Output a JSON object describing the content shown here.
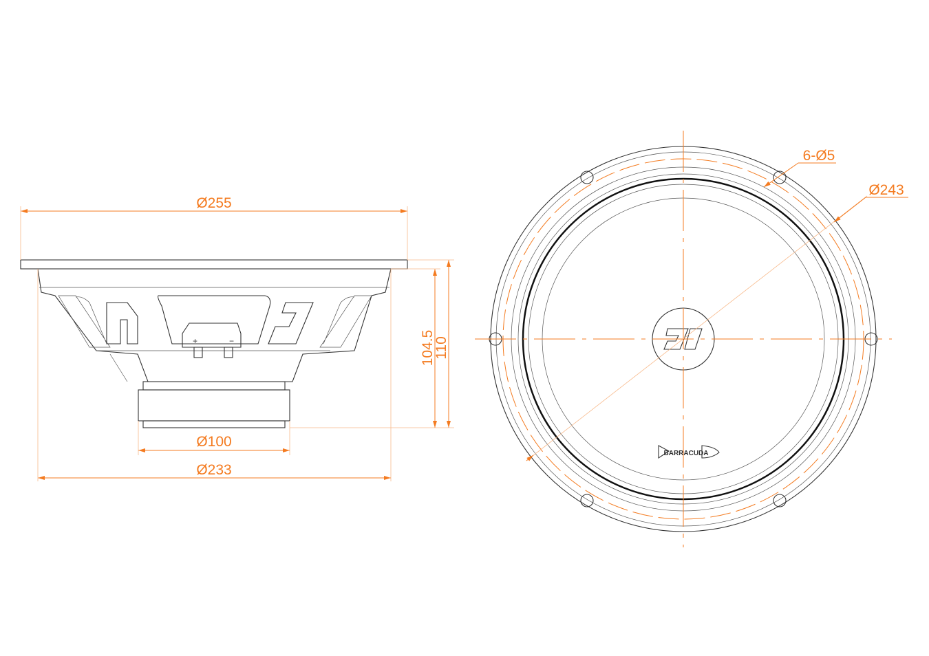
{
  "side_view": {
    "dim_overall_diameter": "Ø255",
    "dim_magnet_diameter": "Ø100",
    "dim_basket_diameter": "Ø233",
    "dim_depth_1": "104.5",
    "dim_depth_2": "110",
    "terminal_plus": "+",
    "terminal_minus": "−"
  },
  "front_view": {
    "dim_holes": "6-Ø5",
    "dim_hole_circle": "Ø243",
    "logo_text": "BARRACUDA"
  },
  "colors": {
    "dimension": "#f47b20",
    "outline": "#333333"
  }
}
